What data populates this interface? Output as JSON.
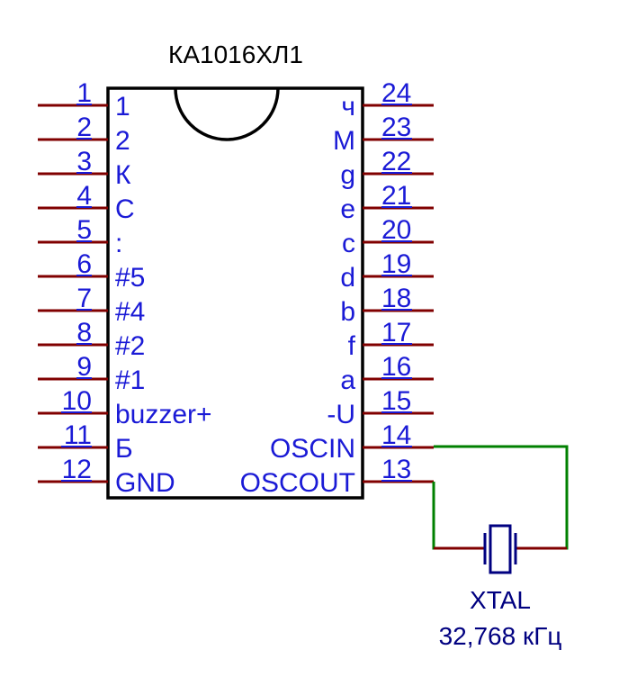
{
  "chip": {
    "name": "КА1016ХЛ1",
    "left_pins": [
      {
        "num": "1",
        "label": "1"
      },
      {
        "num": "2",
        "label": "2"
      },
      {
        "num": "3",
        "label": "К"
      },
      {
        "num": "4",
        "label": "С"
      },
      {
        "num": "5",
        "label": ":"
      },
      {
        "num": "6",
        "label": "#5"
      },
      {
        "num": "7",
        "label": "#4"
      },
      {
        "num": "8",
        "label": "#2"
      },
      {
        "num": "9",
        "label": "#1"
      },
      {
        "num": "10",
        "label": "buzzer+"
      },
      {
        "num": "11",
        "label": "Б"
      },
      {
        "num": "12",
        "label": "GND"
      }
    ],
    "right_pins": [
      {
        "num": "24",
        "label": "ч"
      },
      {
        "num": "23",
        "label": "М"
      },
      {
        "num": "22",
        "label": "g"
      },
      {
        "num": "21",
        "label": "e"
      },
      {
        "num": "20",
        "label": "c"
      },
      {
        "num": "19",
        "label": "d"
      },
      {
        "num": "18",
        "label": "b"
      },
      {
        "num": "17",
        "label": "f"
      },
      {
        "num": "16",
        "label": "a"
      },
      {
        "num": "15",
        "label": "-U"
      },
      {
        "num": "14",
        "label": "OSCIN"
      },
      {
        "num": "13",
        "label": "OSCOUT"
      }
    ]
  },
  "crystal": {
    "name": "XTAL",
    "value": "32,768 кГц"
  },
  "colors": {
    "pin": "#800000",
    "wire": "#008000",
    "text": "#1a1ad6",
    "crystal": "#000080"
  }
}
